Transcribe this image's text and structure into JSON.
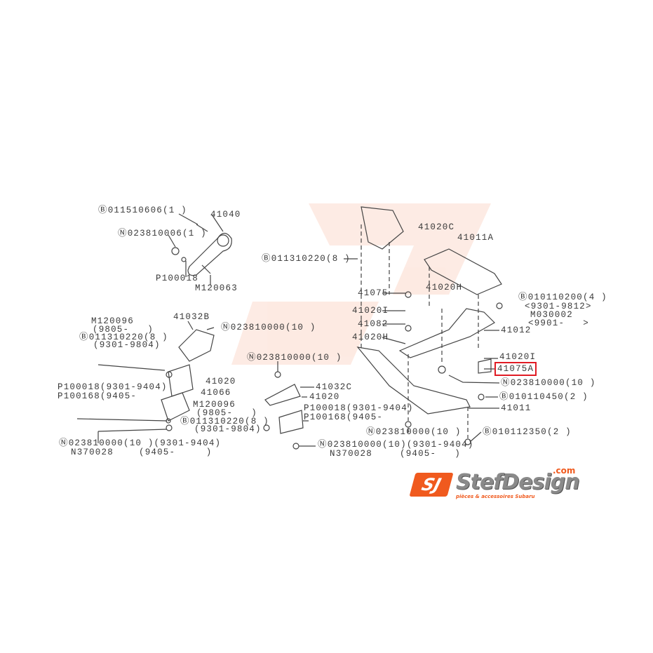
{
  "labels": [
    "Ⓑ011510606(1 )",
    "41040",
    "Ⓝ023810006(1 )",
    "P100018",
    "M120063",
    "M120096",
    "(9805-   )",
    "Ⓑ011310220(8 )",
    "(9301-9804)",
    "41032B",
    "Ⓝ023810000(10 )",
    "41020",
    "41066",
    "P100018(9301-9404)",
    "P100168(9405-",
    "M120096",
    "(9805-   )",
    "Ⓑ011310220(8 )",
    "(9301-9804)",
    "Ⓝ023810000(10 )(9301-9404)",
    "N370028",
    "(9405-     )",
    "Ⓝ023810000(10 )",
    "41032C",
    "41020",
    "P100018(9301-9404)",
    "P100168(9405-",
    "Ⓝ023810000(10)(9301-9404)",
    "N370028",
    "(9405-   )",
    "Ⓝ023810000(10 )",
    "Ⓑ011310220(8 )",
    "41020C",
    "41011A",
    "41075",
    "41020H",
    "41020I",
    "41082",
    "41020H",
    "Ⓑ010110200(4 )",
    "<9301-9812>",
    "M030002",
    "<9901-   >",
    "41012",
    "41020I",
    "41075A",
    "Ⓝ023810000(10 )",
    "Ⓑ010110450(2 )",
    "41011",
    "Ⓑ010112350(2 )"
  ],
  "highlighted_part": "41075A",
  "highlight_color": "#e01b24",
  "logo": {
    "name": "StefDesign",
    "domain": ".com",
    "tagline": "pièces & accessoires Subaru",
    "mark": "SJ",
    "accent": "#f05a1e"
  }
}
